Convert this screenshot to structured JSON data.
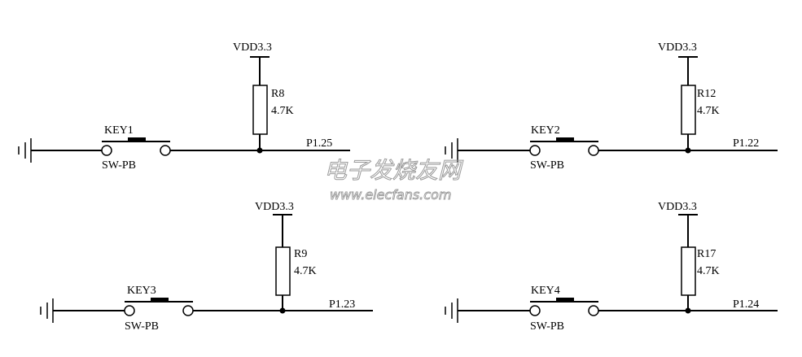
{
  "circuits": [
    {
      "key": "KEY1",
      "switch_type": "SW-PB",
      "supply": "VDD3.3",
      "resistor": "R8",
      "value": "4.7K",
      "port": "P1.25"
    },
    {
      "key": "KEY2",
      "switch_type": "SW-PB",
      "supply": "VDD3.3",
      "resistor": "R12",
      "value": "4.7K",
      "port": "P1.22"
    },
    {
      "key": "KEY3",
      "switch_type": "SW-PB",
      "supply": "VDD3.3",
      "resistor": "R9",
      "value": "4.7K",
      "port": "P1.23"
    },
    {
      "key": "KEY4",
      "switch_type": "SW-PB",
      "supply": "VDD3.3",
      "resistor": "R17",
      "value": "4.7K",
      "port": "P1.24"
    }
  ],
  "watermark": {
    "line1": "电子发烧友网",
    "line2": "www.elecfans.com"
  }
}
